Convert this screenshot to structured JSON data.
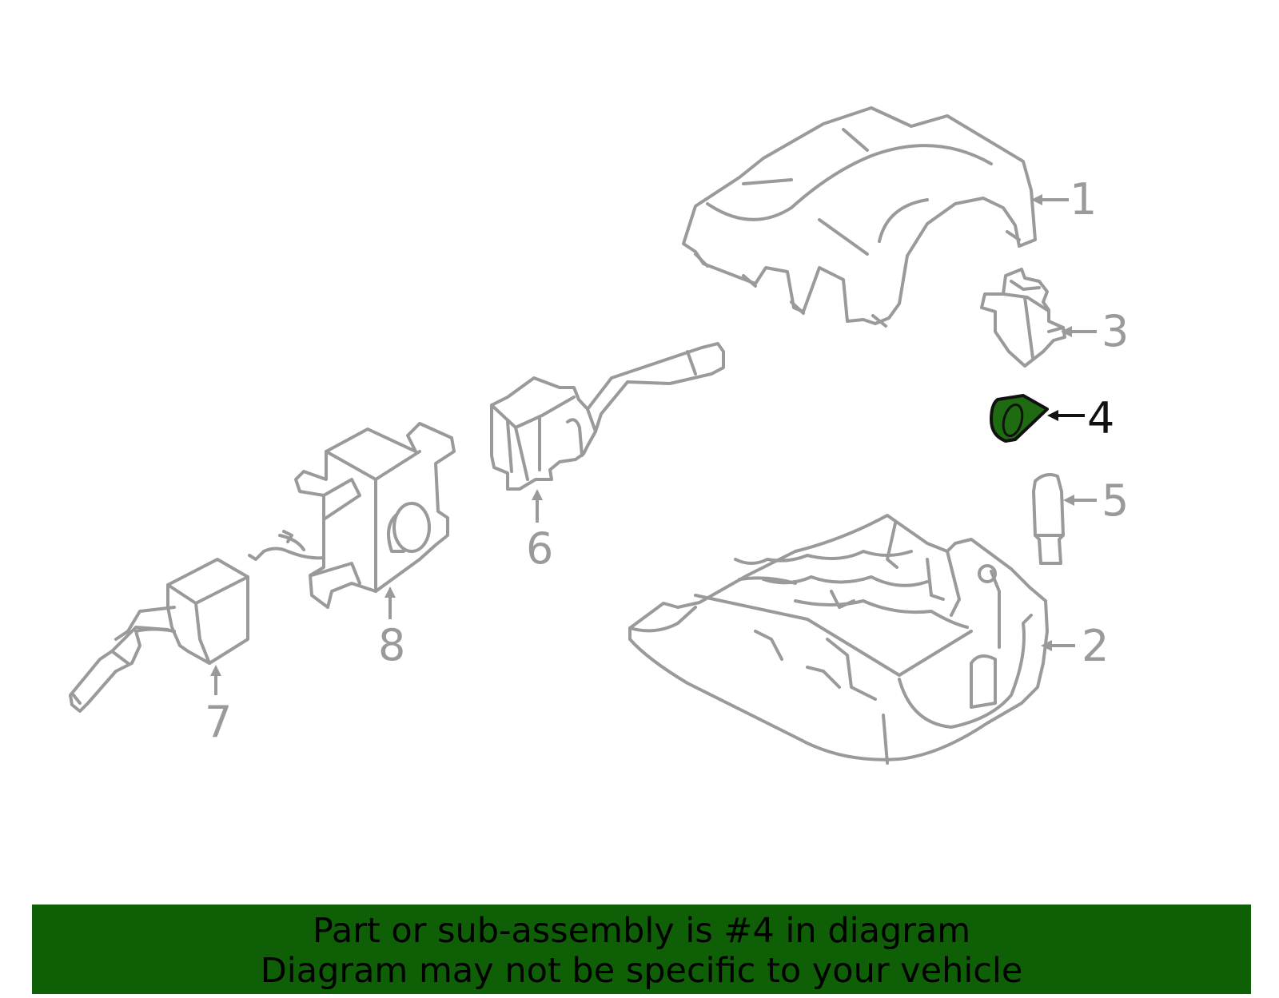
{
  "callouts": {
    "c1": "1",
    "c2": "2",
    "c3": "3",
    "c4": "4",
    "c5": "5",
    "c6": "6",
    "c7": "7",
    "c8": "8"
  },
  "highlight": {
    "part_number": "4",
    "color": "#1e6b12"
  },
  "colors": {
    "line": "#9a9a9a",
    "banner": "#0f5f06"
  },
  "banner": {
    "line1": "Part or sub-assembly is #4 in diagram",
    "line2": "Diagram may not be specific to your vehicle"
  }
}
